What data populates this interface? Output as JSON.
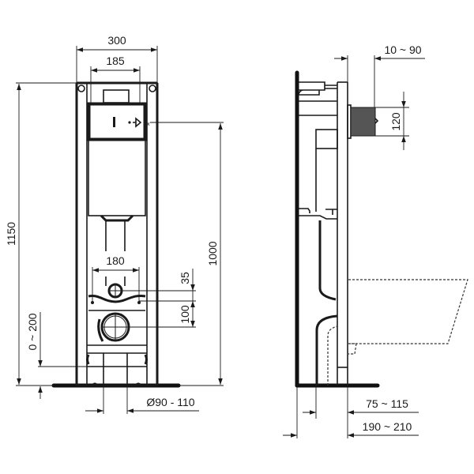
{
  "diagram": {
    "type": "technical-drawing",
    "subject": "concealed WC cistern installation frame",
    "colors": {
      "line": "#1a1a1a",
      "background": "#ffffff"
    },
    "front_view": {
      "dimensions": {
        "frame_width": "300",
        "cistern_width": "185",
        "total_height": "1150",
        "foot_adjust": "0 ~ 200",
        "flush_plate_height": "1000",
        "fixing_bolt_spacing": "180",
        "bolt_offset": "35",
        "bolt_to_outlet": "100",
        "outlet_diameter": "Ø90 - 110"
      }
    },
    "side_view": {
      "dimensions": {
        "water_inlet_depth": "10 ~ 90",
        "water_inlet_height": "120",
        "outlet_depth": "75 ~ 115",
        "total_depth": "190 ~ 210"
      }
    }
  }
}
